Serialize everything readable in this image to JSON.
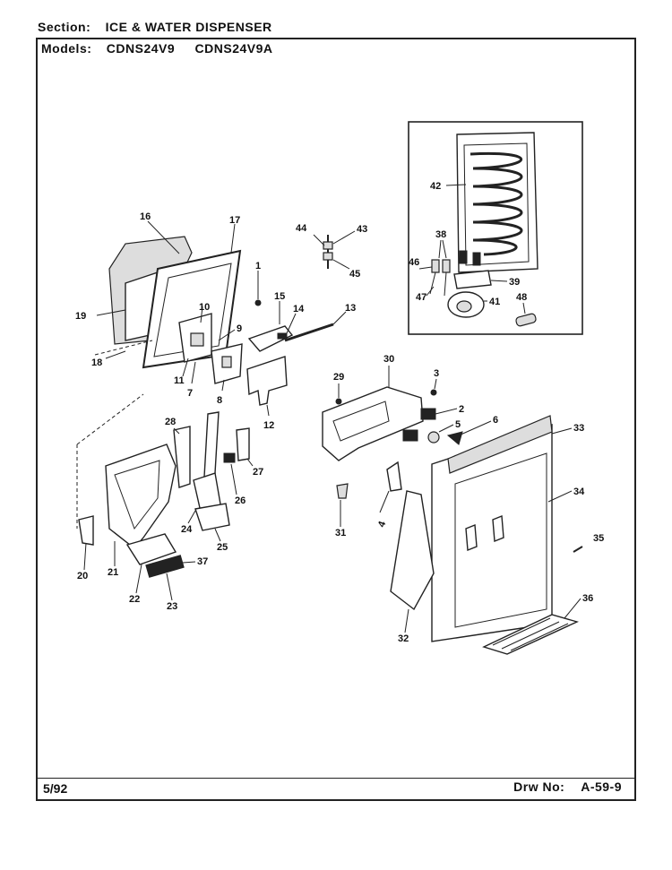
{
  "header": {
    "section_label": "Section:",
    "section_value": "ICE & WATER DISPENSER",
    "models_label": "Models:",
    "models": [
      "CDNS24V9",
      "CDNS24V9A"
    ]
  },
  "footer": {
    "date": "5/92",
    "drawing_label": "Drw No:",
    "drawing_number": "A-59-9"
  },
  "callouts": {
    "c1": "1",
    "c2": "2",
    "c3": "3",
    "c4": "4",
    "c5": "5",
    "c6": "6",
    "c7": "7",
    "c8": "8",
    "c9": "9",
    "c10": "10",
    "c11": "11",
    "c12": "12",
    "c13": "13",
    "c14": "14",
    "c15": "15",
    "c16": "16",
    "c17": "17",
    "c18": "18",
    "c19": "19",
    "c20": "20",
    "c21": "21",
    "c22": "22",
    "c23": "23",
    "c24": "24",
    "c25": "25",
    "c26": "26",
    "c27": "27",
    "c28": "28",
    "c29": "29",
    "c30": "30",
    "c31": "31",
    "c32": "32",
    "c33": "33",
    "c34": "34",
    "c35": "35",
    "c36": "36",
    "c37": "37",
    "c38": "38",
    "c39": "39",
    "c41": "41",
    "c42": "42",
    "c43": "43",
    "c44": "44",
    "c45": "45",
    "c46": "46",
    "c47": "47",
    "c48": "48"
  }
}
